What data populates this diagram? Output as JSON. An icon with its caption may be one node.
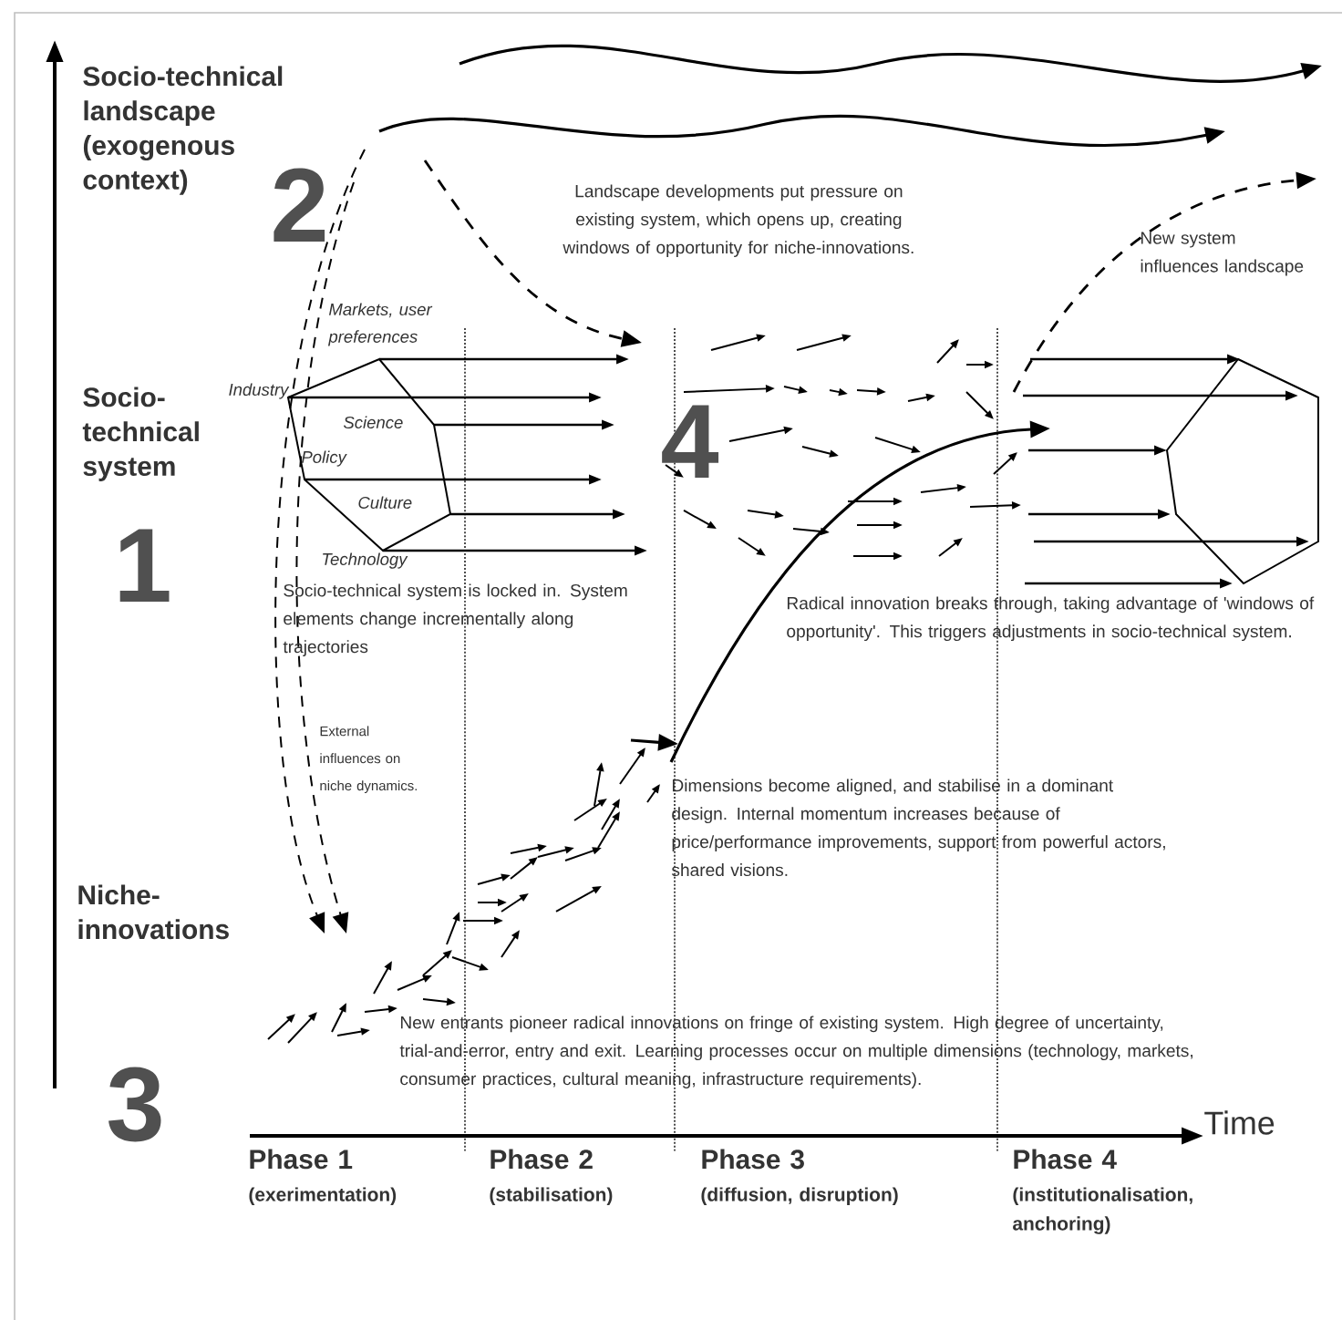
{
  "diagram": {
    "labels": [
      "Socio-technical landscape (exogenous context)",
      "2",
      "Landscape developments put pressure on existing system, which opens up, creating windows of opportunity for niche-innovations.",
      "New system influences landscape",
      "Markets, user preferences",
      "Industry",
      "Socio-technical system",
      "Science",
      "Policy",
      "4",
      "Culture",
      "Technology",
      "1",
      "Socio-technical system is locked in. System elements change incrementally along trajectories",
      "Radical innovation breaks through, taking advantage of 'windows of opportunity'. This triggers adjustments in socio-technical system.",
      "External influences on niche dynamics.",
      "Dimensions become aligned, and stabilise in a dominant design. Internal momentum increases because of price/performance improvements, support from powerful actors, shared visions.",
      "Niche-innovations",
      "New entrants pioneer radical innovations on fringe of existing system. High degree of uncertainty, trial-and-error, entry and exit. Learning processes occur on multiple dimensions (technology, markets, consumer practices, cultural meaning, infrastructure requirements).",
      "3",
      "Time",
      "Phase 1",
      "(exerimentation)",
      "Phase 2",
      "(stabilisation)",
      "Phase 3",
      "(diffusion, disruption)",
      "Phase 4",
      "(institutionalisation, anchoring)"
    ]
  }
}
